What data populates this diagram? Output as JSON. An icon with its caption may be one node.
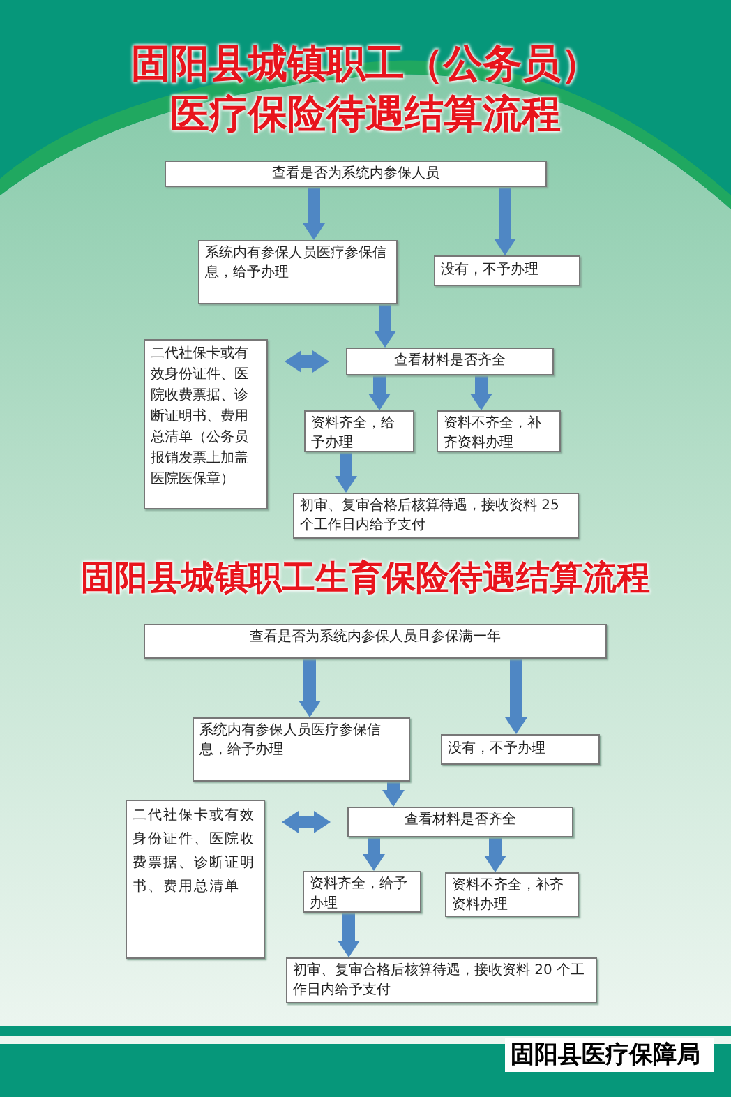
{
  "diagram": {
    "title": "固阳县城镇职工（公务员）医疗保险待遇结算流程",
    "nodes": [
      {
        "text": [
          "查看是否为系统内参保人员"
        ]
      },
      {
        "text": [
          "系统内有参保人员医疗参保信息，给予办理"
        ]
      },
      {
        "text": [
          "没有，不予办理"
        ]
      },
      {
        "text": [
          "二代社保卡或有效身份证件、医院收费票据、诊断证明书、费用总清单（公务员报销发票上加盖医院医保章）"
        ]
      },
      {
        "text": [
          "查看材料是否齐全"
        ]
      },
      {
        "text": [
          "资料齐全，给予办理"
        ]
      },
      {
        "text": [
          "资料不齐全，补齐资料办理"
        ]
      },
      {
        "text": [
          "初审、复审合格后核算待遇，接收资料 25 个工作日内给予支付"
        ]
      },
      {
        "text": [
          "查看是否为系统内参保人员且参保满一年"
        ]
      },
      {
        "text": [
          "系统内有参保人员医疗参保信息，给予办理"
        ]
      },
      {
        "text": [
          "没有，不予办理"
        ]
      },
      {
        "text": [
          "二代社保卡或有效身份证件、医院收费票据、诊断证明书、费用总清单"
        ]
      },
      {
        "text": [
          "查看材料是否齐全"
        ]
      },
      {
        "text": [
          "资料齐全，给予办理"
        ]
      },
      {
        "text": [
          "资料不齐全，补齐资料办理"
        ]
      },
      {
        "text": [
          "初审、复审合格后核算待遇，接收资料 20 个工作日内给予支付"
        ]
      }
    ],
    "edges": [
      {
        "from": 0,
        "to": 1,
        "arrow": "to"
      },
      {
        "from": 0,
        "to": 2,
        "arrow": "to"
      },
      {
        "from": 1,
        "to": 4,
        "arrow": "to"
      },
      {
        "from": 3,
        "to": 4,
        "arrow": "both"
      },
      {
        "from": 4,
        "to": 5,
        "arrow": "to"
      },
      {
        "from": 4,
        "to": 6,
        "arrow": "to"
      },
      {
        "from": 5,
        "to": 7,
        "arrow": "to"
      },
      {
        "from": 8,
        "to": 9,
        "arrow": "to"
      },
      {
        "from": 8,
        "to": 10,
        "arrow": "to"
      },
      {
        "from": 9,
        "to": 12,
        "arrow": "to"
      },
      {
        "from": 11,
        "to": 12,
        "arrow": "both"
      },
      {
        "from": 12,
        "to": 13,
        "arrow": "to"
      },
      {
        "from": 12,
        "to": 14,
        "arrow": "to"
      },
      {
        "from": 13,
        "to": 15,
        "arrow": "to"
      }
    ],
    "labels": [
      "固阳县城镇职工生育保险待遇结算流程",
      "固阳县医疗保障局"
    ]
  }
}
